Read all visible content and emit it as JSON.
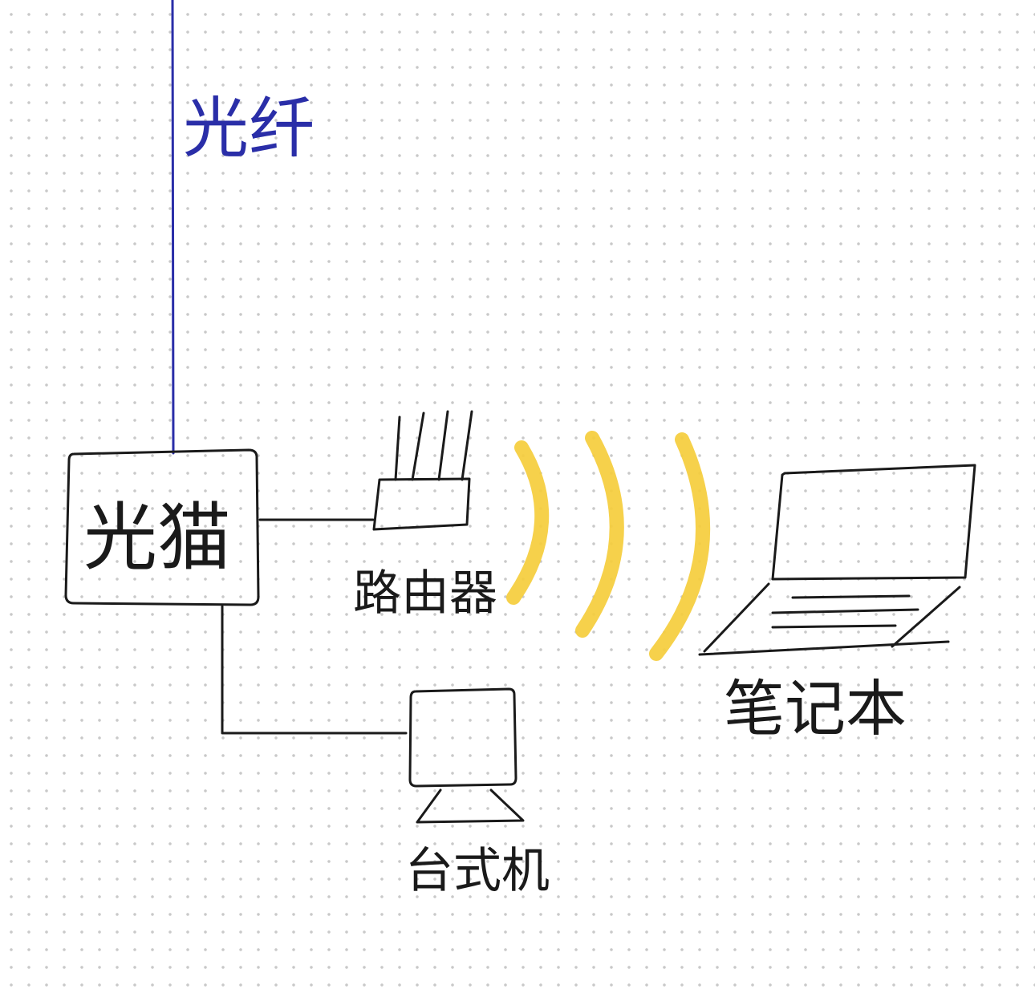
{
  "colors": {
    "ink_black": "#1a1a1a",
    "ink_blue": "#2a2ea8",
    "wifi_yellow": "#f5cd3c",
    "dot_grid": "#c9c9c9",
    "paper": "#ffffff"
  },
  "labels": {
    "fiber": "光纤",
    "modem": "光猫",
    "router": "路由器",
    "desktop": "台式机",
    "laptop": "笔记本"
  },
  "icons": {
    "modem": "modem-box-icon",
    "router": "router-icon",
    "desktop": "desktop-computer-icon",
    "laptop": "laptop-icon",
    "wifi": "wifi-signal-icon"
  }
}
